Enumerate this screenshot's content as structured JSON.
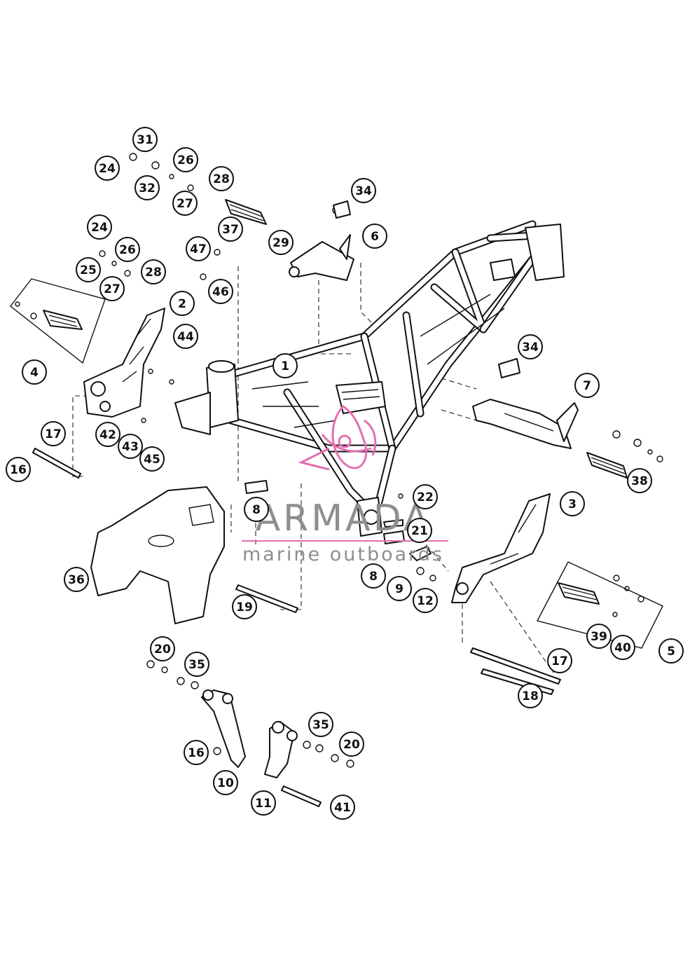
{
  "diagram": {
    "callouts": [
      "1",
      "2",
      "3",
      "4",
      "5",
      "6",
      "7",
      "8",
      "8",
      "9",
      "10",
      "11",
      "12",
      "16",
      "16",
      "17",
      "17",
      "18",
      "19",
      "20",
      "20",
      "21",
      "22",
      "24",
      "24",
      "25",
      "26",
      "26",
      "27",
      "27",
      "28",
      "28",
      "29",
      "31",
      "32",
      "34",
      "34",
      "35",
      "35",
      "36",
      "37",
      "38",
      "39",
      "40",
      "41",
      "42",
      "43",
      "44",
      "45",
      "46",
      "47"
    ]
  },
  "watermark": {
    "brand": "ARMADA",
    "tagline": "marine outboards",
    "logo_color": "#e46fb0",
    "text_color": "#8e8e8e"
  }
}
